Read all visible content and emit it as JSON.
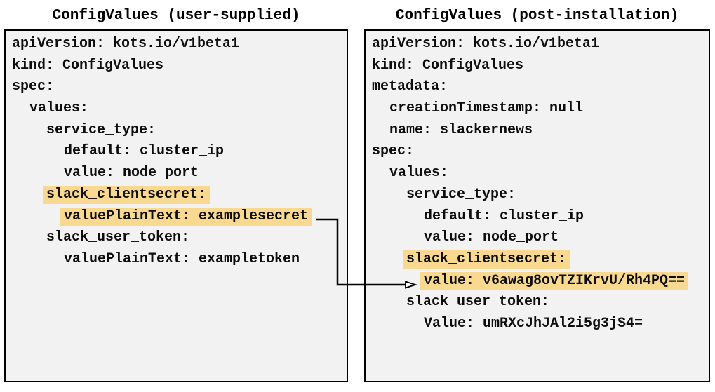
{
  "colors": {
    "panel_bg": "#f2f2f2",
    "panel_border": "#000000",
    "highlight": "#f9d98f",
    "text": "#0d0d0d",
    "arrow": "#000000"
  },
  "panels": [
    {
      "id": "user-supplied",
      "title": "ConfigValues (user-supplied)",
      "lines": [
        {
          "t": "apiVersion: kots.io/v1beta1",
          "i": 0,
          "h": false
        },
        {
          "t": "kind: ConfigValues",
          "i": 0,
          "h": false
        },
        {
          "t": "spec:",
          "i": 0,
          "h": false
        },
        {
          "t": "values:",
          "i": 1,
          "h": false
        },
        {
          "t": "service_type:",
          "i": 2,
          "h": false
        },
        {
          "t": "default: cluster_ip",
          "i": 3,
          "h": false
        },
        {
          "t": "value: node_port",
          "i": 3,
          "h": false
        },
        {
          "t": "slack_clientsecret:",
          "i": 2,
          "h": true
        },
        {
          "t": "valuePlainText: examplesecret",
          "i": 3,
          "h": true
        },
        {
          "t": "slack_user_token:",
          "i": 2,
          "h": false
        },
        {
          "t": "valuePlainText: exampletoken",
          "i": 3,
          "h": false
        }
      ]
    },
    {
      "id": "post-installation",
      "title": "ConfigValues (post-installation)",
      "lines": [
        {
          "t": "apiVersion: kots.io/v1beta1",
          "i": 0,
          "h": false
        },
        {
          "t": "kind: ConfigValues",
          "i": 0,
          "h": false
        },
        {
          "t": "metadata:",
          "i": 0,
          "h": false
        },
        {
          "t": "creationTimestamp: null",
          "i": 1,
          "h": false
        },
        {
          "t": "name: slackernews",
          "i": 1,
          "h": false
        },
        {
          "t": "spec:",
          "i": 0,
          "h": false
        },
        {
          "t": "values:",
          "i": 1,
          "h": false
        },
        {
          "t": "service_type:",
          "i": 2,
          "h": false
        },
        {
          "t": "default: cluster_ip",
          "i": 3,
          "h": false
        },
        {
          "t": "value: node_port",
          "i": 3,
          "h": false
        },
        {
          "t": "slack_clientsecret:",
          "i": 2,
          "h": true
        },
        {
          "t": "value: v6awag8ovTZIKrvU/Rh4PQ==",
          "i": 3,
          "h": true
        },
        {
          "t": "slack_user_token:",
          "i": 2,
          "h": false
        },
        {
          "t": "Value: umRXcJhJAl2i5g3jS4=",
          "i": 3,
          "h": false
        }
      ]
    }
  ],
  "arrow": {
    "from_line": "valuePlainText: examplesecret",
    "to_line": "value: v6awag8ovTZIKrvU/Rh4PQ=="
  }
}
